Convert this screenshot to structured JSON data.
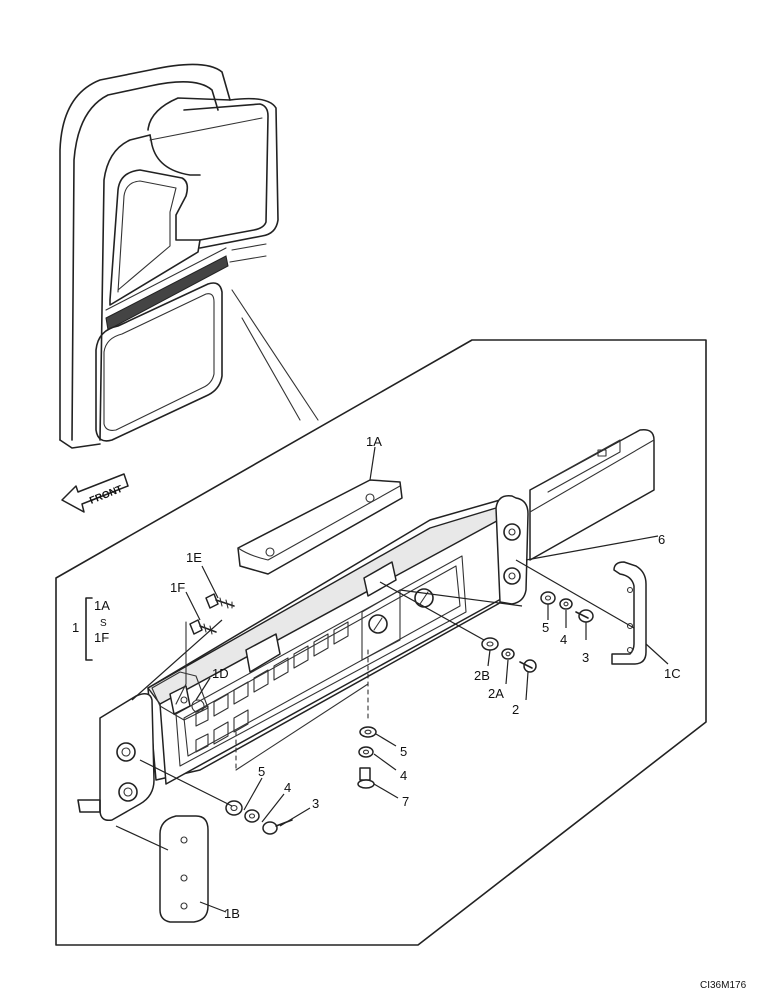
{
  "labels": {
    "p1A_top": "1A",
    "p1E": "1E",
    "p1F": "1F",
    "p1D": "1D",
    "p1B": "1B",
    "p1C": "1C",
    "p6": "6",
    "p5_right": "5",
    "p4_right": "4",
    "p3_right": "3",
    "p2B": "2B",
    "p2A": "2A",
    "p2": "2",
    "p5_mid": "5",
    "p4_mid": "4",
    "p7": "7",
    "p5_left": "5",
    "p4_left": "4",
    "p3_left": "3"
  },
  "assembly_bracket": {
    "main": "1",
    "from": "1A",
    "sep": "S",
    "to": "1F"
  },
  "front_arrow": "FRONT",
  "drawing_code": "CI36M176"
}
